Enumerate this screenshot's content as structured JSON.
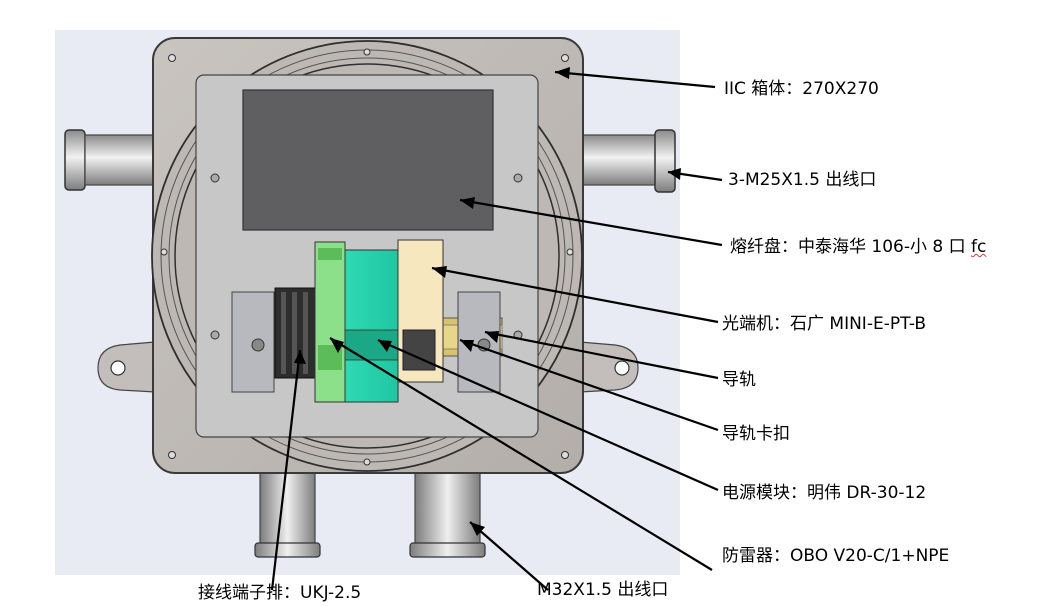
{
  "labels": {
    "box": "IIC 箱体：270X270",
    "outlet_side": "3-M25X1.5 出线口",
    "splice_tray_main": "熔纤盘：中泰海华 106-小 8 口 ",
    "splice_tray_fc": "fc",
    "optical_terminal": "光端机：石广 MINI-E-PT-B",
    "rail": "导轨",
    "rail_clip": "导轨卡扣",
    "power_module": "电源模块：明伟 DR-30-12",
    "surge_protector": "防雷器：OBO V20-C/1+NPE",
    "terminal_strip": "接线端子排：UKJ-2.5",
    "outlet_bottom": "M32X1.5 出线口"
  }
}
